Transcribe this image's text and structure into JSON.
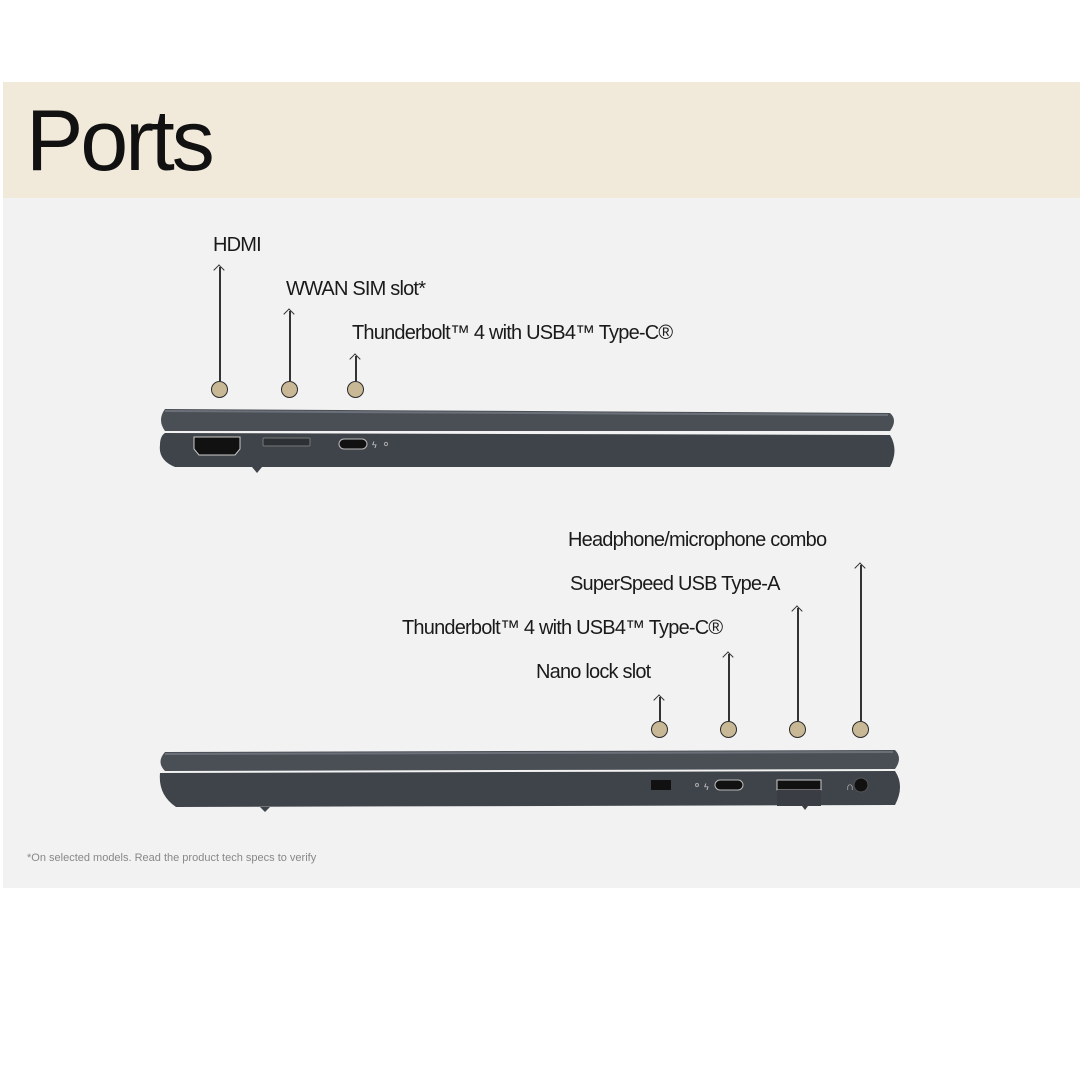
{
  "title": "Ports",
  "left_side": {
    "labels": [
      {
        "text": "HDMI"
      },
      {
        "text": "WWAN SIM slot*"
      },
      {
        "text": "Thunderbolt™ 4 with USB4™ Type-C®"
      }
    ]
  },
  "right_side": {
    "labels": [
      {
        "text": "Headphone/microphone combo"
      },
      {
        "text": "SuperSpeed USB Type-A"
      },
      {
        "text": "Thunderbolt™ 4 with USB4™ Type-C®"
      },
      {
        "text": "Nano lock slot"
      }
    ]
  },
  "footnote": "*On selected models. Read the product tech specs to verify",
  "colors": {
    "header": "#f1eadb",
    "panel": "#f2f2f2",
    "dot": "#c9b895",
    "chassis": "#3f444b"
  }
}
